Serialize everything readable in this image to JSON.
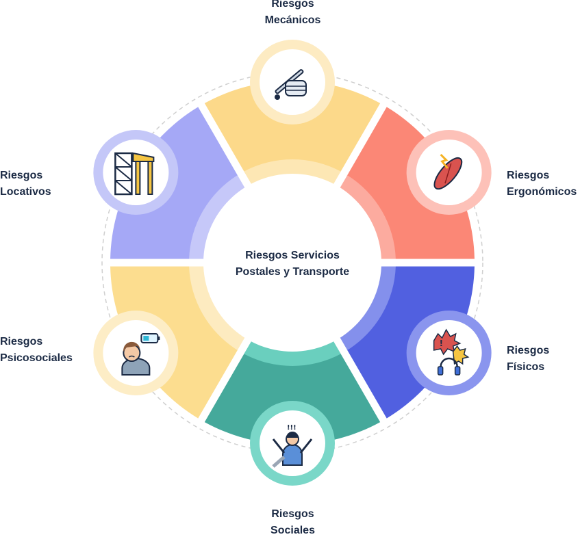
{
  "center": {
    "line1": "Riesgos Servicios",
    "line2": "Postales y Transporte"
  },
  "segments": [
    {
      "id": "mecanicos",
      "line1": "Riesgos",
      "line2": "Mecánicos",
      "color": "#fcd98a",
      "inner": "#fde7b4",
      "ring": "#fdebc2",
      "icon": "crutch-cast-icon"
    },
    {
      "id": "ergonomicos",
      "line1": "Riesgos",
      "line2": "Ergonómicos",
      "color": "#fb8776",
      "inner": "#fcab9f",
      "ring": "#fdc1b8",
      "icon": "muscle-pain-icon"
    },
    {
      "id": "fisicos",
      "line1": "Riesgos",
      "line2": "Físicos",
      "color": "#5160e0",
      "inner": "#8490ec",
      "ring": "#8a95ee",
      "icon": "noise-headphones-icon"
    },
    {
      "id": "sociales",
      "line1": "Riesgos",
      "line2": "Sociales",
      "color": "#45a99b",
      "inner": "#6acfbe",
      "ring": "#7ad7c8",
      "icon": "violence-person-icon"
    },
    {
      "id": "psicosociales",
      "line1": "Riesgos",
      "line2": "Psicosociales",
      "color": "#fcdd8f",
      "inner": "#fdebc0",
      "ring": "#fdedc6",
      "icon": "tired-person-battery-icon"
    },
    {
      "id": "locativos",
      "line1": "Riesgos",
      "line2": "Locativos",
      "color": "#a5a8f6",
      "inner": "#c6c8f9",
      "ring": "#c4c7f8",
      "icon": "scaffold-structure-icon"
    }
  ]
}
